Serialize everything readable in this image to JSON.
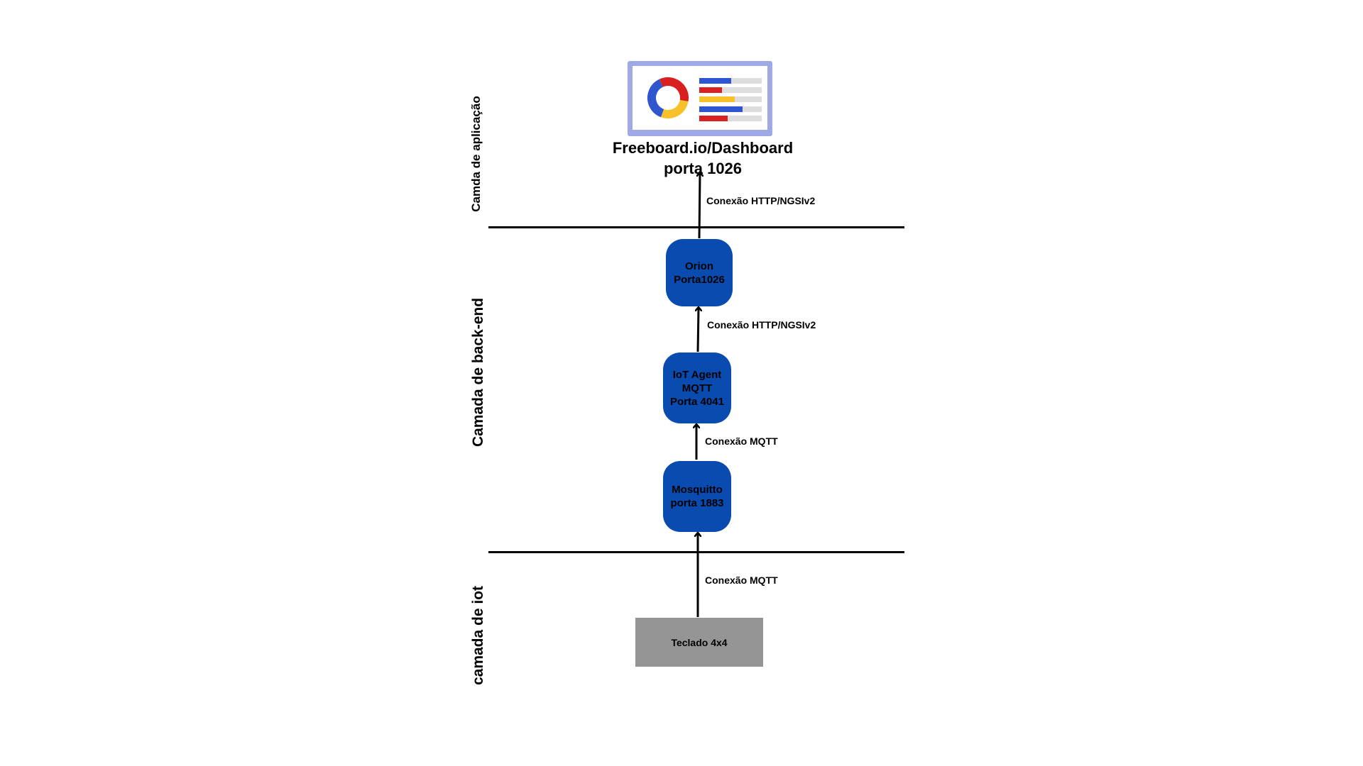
{
  "layers": {
    "application": "Camda de aplicação",
    "backend": "Camada de back-end",
    "iot": "camada de iot"
  },
  "app": {
    "line1": "Freeboard.io/Dashboard",
    "line2": "porta 1026",
    "icon": "dashboard-monitor-icon"
  },
  "nodes": {
    "orion": "Orion\nPorta1026",
    "iot_agent": "IoT Agent\nMQTT\nPorta 4041",
    "mosquitto": "Mosquitto\nporta 1883",
    "device": "Teclado 4x4"
  },
  "connections": {
    "orion_to_app": "Conexão HTTP/NGSIv2",
    "agent_to_orion": "Conexão HTTP/NGSIv2",
    "mosquitto_to_agent": "Conexão MQTT",
    "device_to_mosquitto": "Conexão MQTT"
  },
  "colors": {
    "node_blue": "#0a4bb0",
    "device_gray": "#959595",
    "monitor_frame": "#9fa9e6",
    "donut_blue": "#2f55cf",
    "donut_red": "#d7201f",
    "donut_yellow": "#f6c12b"
  }
}
